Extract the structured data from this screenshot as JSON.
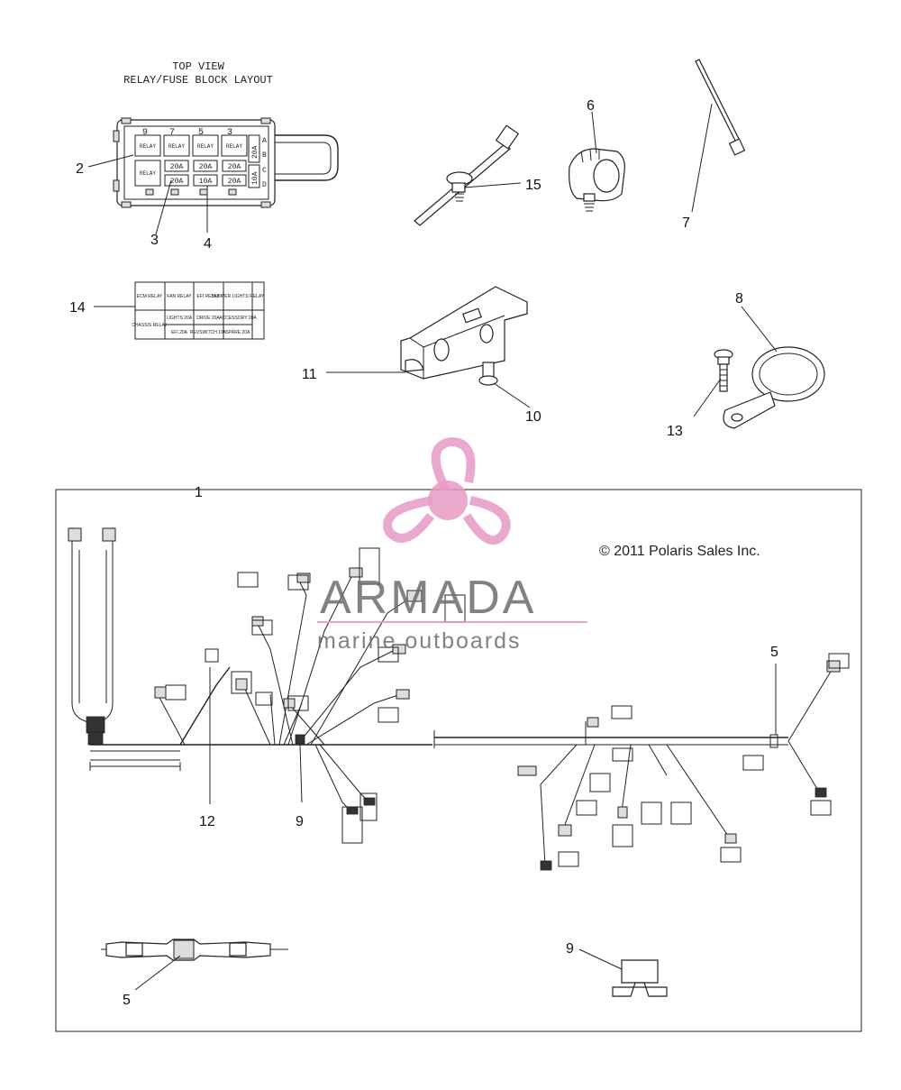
{
  "header": {
    "title_line1": "TOP VIEW",
    "title_line2": "RELAY/FUSE BLOCK LAYOUT"
  },
  "fuse_block": {
    "top_numbers": [
      "9",
      "7",
      "5",
      "3"
    ],
    "side_letters": [
      "A",
      "B",
      "C",
      "D"
    ],
    "relays": [
      "RELAY",
      "RELAY",
      "RELAY",
      "RELAY",
      "RELAY"
    ],
    "fuses_row1": [
      "20A",
      "20A",
      "20A"
    ],
    "fuses_row2": [
      "20A",
      "10A",
      "20A"
    ],
    "side_fuses": [
      "20A",
      "10A"
    ]
  },
  "label_card": {
    "cells": [
      "ECM RELAY",
      "FAN RELAY",
      "EFI RELAY",
      "BUMPER LIGHTS RELAY",
      "CHASSIS RELAY",
      "LIGHTS 20A",
      "DRIVE 20A",
      "ACCESSORY 20A",
      "EFI 20A",
      "REVSWITCH 10A",
      "SPARE 20A"
    ]
  },
  "callouts": {
    "c1": "1",
    "c2": "2",
    "c3": "3",
    "c4": "4",
    "c5a": "5",
    "c5b": "5",
    "c6": "6",
    "c7": "7",
    "c8": "8",
    "c9a": "9",
    "c9b": "9",
    "c10": "10",
    "c11": "11",
    "c12": "12",
    "c13": "13",
    "c14": "14",
    "c15": "15"
  },
  "copyright": "© 2011 Polaris Sales Inc.",
  "watermark": {
    "brand": "ARMADA",
    "tagline": "marine outboards",
    "accent_color": "#e89ac6",
    "text_color": "#6d6d6d"
  }
}
